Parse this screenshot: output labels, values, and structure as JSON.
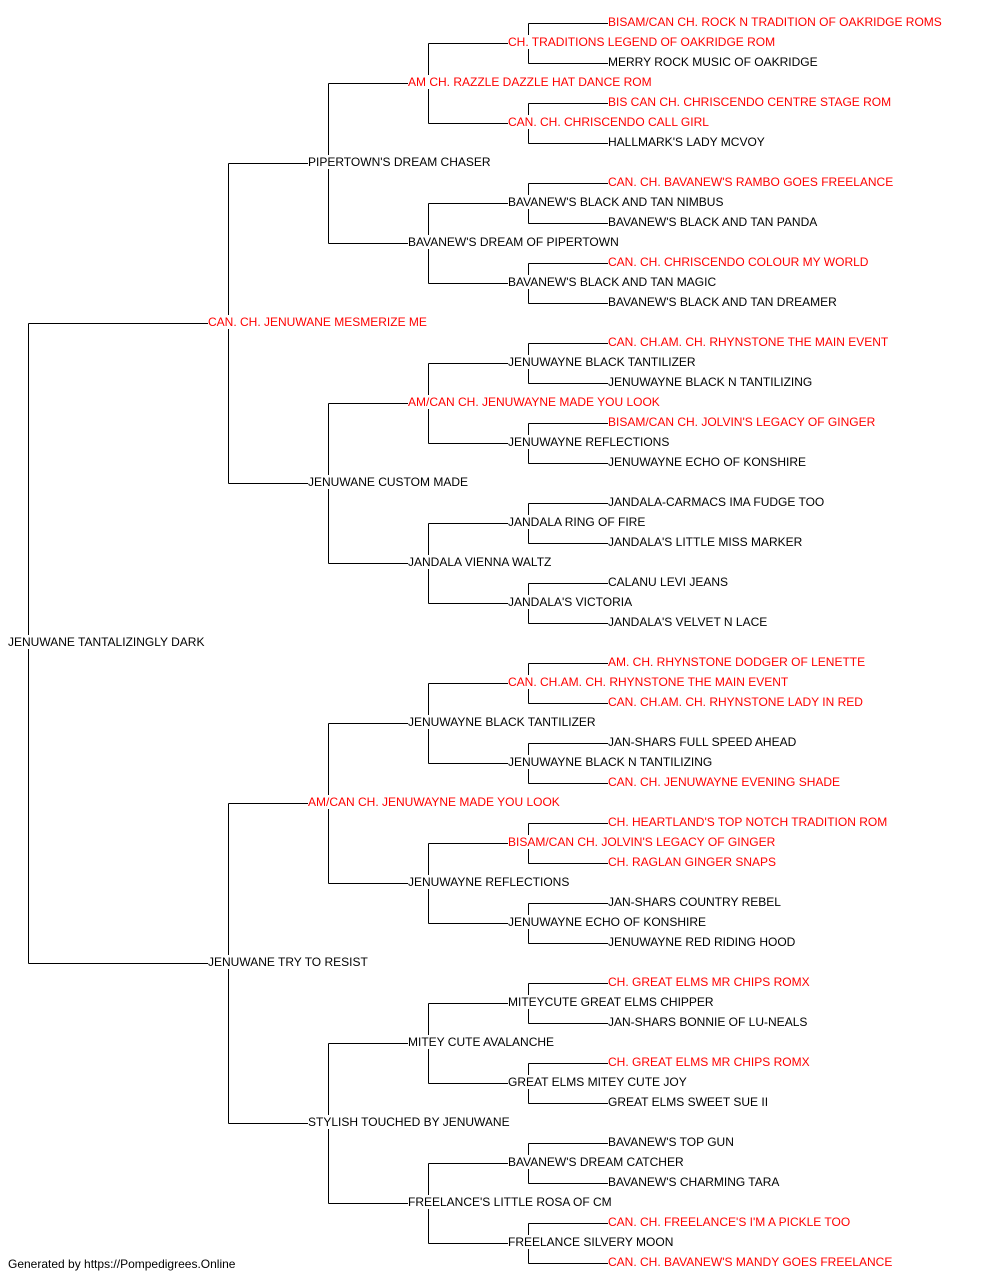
{
  "colors": {
    "champion": "#ff0000",
    "regular": "#000000",
    "line": "#000000"
  },
  "pedigree": {
    "name": "JENUWANE TANTALIZINGLY DARK",
    "champion": false,
    "sire": {
      "name": "CAN. CH. JENUWANE MESMERIZE ME",
      "champion": true,
      "sire": {
        "name": "PIPERTOWN'S DREAM CHASER",
        "champion": false,
        "sire": {
          "name": "AM CH. RAZZLE DAZZLE HAT DANCE ROM",
          "champion": true,
          "sire": {
            "name": "CH. TRADITIONS LEGEND OF OAKRIDGE ROM",
            "champion": true,
            "sire": {
              "name": "BISAM/CAN CH. ROCK N TRADITION OF OAKRIDGE ROMS",
              "champion": true
            },
            "dam": {
              "name": "MERRY ROCK MUSIC OF OAKRIDGE",
              "champion": false
            }
          },
          "dam": {
            "name": "CAN. CH. CHRISCENDO CALL GIRL",
            "champion": true,
            "sire": {
              "name": "BIS CAN CH. CHRISCENDO CENTRE STAGE ROM",
              "champion": true
            },
            "dam": {
              "name": "HALLMARK'S LADY MCVOY",
              "champion": false
            }
          }
        },
        "dam": {
          "name": "BAVANEW'S DREAM OF PIPERTOWN",
          "champion": false,
          "sire": {
            "name": "BAVANEW'S BLACK AND TAN NIMBUS",
            "champion": false,
            "sire": {
              "name": "CAN. CH. BAVANEW'S RAMBO GOES FREELANCE",
              "champion": true
            },
            "dam": {
              "name": "BAVANEW'S BLACK AND TAN PANDA",
              "champion": false
            }
          },
          "dam": {
            "name": "BAVANEW'S BLACK AND TAN MAGIC",
            "champion": false,
            "sire": {
              "name": "CAN. CH. CHRISCENDO COLOUR MY WORLD",
              "champion": true
            },
            "dam": {
              "name": "BAVANEW'S BLACK AND TAN DREAMER",
              "champion": false
            }
          }
        }
      },
      "dam": {
        "name": "JENUWANE CUSTOM MADE",
        "champion": false,
        "sire": {
          "name": "AM/CAN CH. JENUWAYNE MADE YOU LOOK",
          "champion": true,
          "sire": {
            "name": "JENUWAYNE BLACK TANTILIZER",
            "champion": false,
            "sire": {
              "name": "CAN. CH.AM. CH. RHYNSTONE THE MAIN EVENT",
              "champion": true
            },
            "dam": {
              "name": "JENUWAYNE BLACK N TANTILIZING",
              "champion": false
            }
          },
          "dam": {
            "name": "JENUWAYNE REFLECTIONS",
            "champion": false,
            "sire": {
              "name": "BISAM/CAN CH. JOLVIN'S LEGACY OF GINGER",
              "champion": true
            },
            "dam": {
              "name": "JENUWAYNE ECHO OF KONSHIRE",
              "champion": false
            }
          }
        },
        "dam": {
          "name": "JANDALA VIENNA WALTZ",
          "champion": false,
          "sire": {
            "name": "JANDALA RING OF FIRE",
            "champion": false,
            "sire": {
              "name": "JANDALA-CARMACS IMA FUDGE TOO",
              "champion": false
            },
            "dam": {
              "name": "JANDALA'S LITTLE MISS MARKER",
              "champion": false
            }
          },
          "dam": {
            "name": "JANDALA'S VICTORIA",
            "champion": false,
            "sire": {
              "name": "CALANU LEVI JEANS",
              "champion": false
            },
            "dam": {
              "name": "JANDALA'S VELVET N LACE",
              "champion": false
            }
          }
        }
      }
    },
    "dam": {
      "name": "JENUWANE TRY TO RESIST",
      "champion": false,
      "sire": {
        "name": "AM/CAN CH. JENUWAYNE MADE YOU LOOK",
        "champion": true,
        "sire": {
          "name": "JENUWAYNE BLACK TANTILIZER",
          "champion": false,
          "sire": {
            "name": "CAN. CH.AM. CH. RHYNSTONE THE MAIN EVENT",
            "champion": true,
            "sire": {
              "name": "AM. CH. RHYNSTONE DODGER OF LENETTE",
              "champion": true
            },
            "dam": {
              "name": "CAN. CH.AM. CH. RHYNSTONE LADY IN RED",
              "champion": true
            }
          },
          "dam": {
            "name": "JENUWAYNE BLACK N TANTILIZING",
            "champion": false,
            "sire": {
              "name": "JAN-SHARS FULL SPEED AHEAD",
              "champion": false
            },
            "dam": {
              "name": "CAN. CH. JENUWAYNE EVENING SHADE",
              "champion": true
            }
          }
        },
        "dam": {
          "name": "JENUWAYNE REFLECTIONS",
          "champion": false,
          "sire": {
            "name": "BISAM/CAN CH. JOLVIN'S LEGACY OF GINGER",
            "champion": true,
            "sire": {
              "name": "CH. HEARTLAND'S TOP NOTCH TRADITION ROM",
              "champion": true
            },
            "dam": {
              "name": "CH. RAGLAN GINGER SNAPS",
              "champion": true
            }
          },
          "dam": {
            "name": "JENUWAYNE ECHO OF KONSHIRE",
            "champion": false,
            "sire": {
              "name": "JAN-SHARS COUNTRY REBEL",
              "champion": false
            },
            "dam": {
              "name": "JENUWAYNE RED RIDING HOOD",
              "champion": false
            }
          }
        }
      },
      "dam": {
        "name": "STYLISH TOUCHED BY JENUWANE",
        "champion": false,
        "sire": {
          "name": "MITEY CUTE AVALANCHE",
          "champion": false,
          "sire": {
            "name": "MITEYCUTE GREAT ELMS CHIPPER",
            "champion": false,
            "sire": {
              "name": "CH. GREAT ELMS MR CHIPS ROMX",
              "champion": true
            },
            "dam": {
              "name": "JAN-SHARS BONNIE OF LU-NEALS",
              "champion": false
            }
          },
          "dam": {
            "name": "GREAT ELMS MITEY CUTE JOY",
            "champion": false,
            "sire": {
              "name": "CH. GREAT ELMS MR CHIPS ROMX",
              "champion": true
            },
            "dam": {
              "name": "GREAT ELMS SWEET SUE II",
              "champion": false
            }
          }
        },
        "dam": {
          "name": "FREELANCE'S LITTLE ROSA OF CM",
          "champion": false,
          "sire": {
            "name": "BAVANEW'S DREAM CATCHER",
            "champion": false,
            "sire": {
              "name": "BAVANEW'S TOP GUN",
              "champion": false
            },
            "dam": {
              "name": "BAVANEW'S CHARMING TARA",
              "champion": false
            }
          },
          "dam": {
            "name": "FREELANCE SILVERY MOON",
            "champion": false,
            "sire": {
              "name": "CAN. CH. FREELANCE'S I'M A PICKLE TOO",
              "champion": true
            },
            "dam": {
              "name": "CAN. CH. BAVANEW'S MANDY GOES FREELANCE",
              "champion": true
            }
          }
        }
      }
    }
  },
  "footer": "Generated by https://Pompedigrees.Online"
}
